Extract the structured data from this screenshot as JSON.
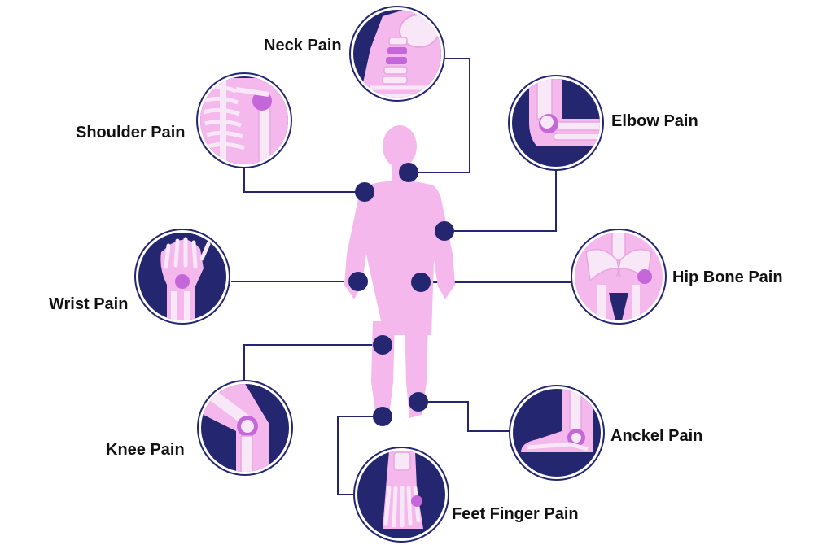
{
  "colors": {
    "body": "#f4b8ec",
    "bone": "#f8e7f6",
    "bone_outline": "#e9a6de",
    "accent": "#c467d8",
    "navy": "#242670",
    "line": "#242670",
    "background": "#ffffff"
  },
  "labels": {
    "neck": "Neck Pain",
    "shoulder": "Shoulder Pain",
    "elbow": "Elbow Pain",
    "wrist": "Wrist Pain",
    "hip": "Hip Bone Pain",
    "knee": "Knee Pain",
    "ankle": "Anckel Pain",
    "feet": "Feet Finger Pain"
  },
  "icons": {
    "neck": "neck-spine-icon",
    "shoulder": "shoulder-ribcage-icon",
    "elbow": "elbow-joint-icon",
    "wrist": "hand-skeleton-icon",
    "hip": "pelvis-icon",
    "knee": "knee-joint-icon",
    "ankle": "ankle-foot-icon",
    "feet": "foot-bones-icon"
  }
}
